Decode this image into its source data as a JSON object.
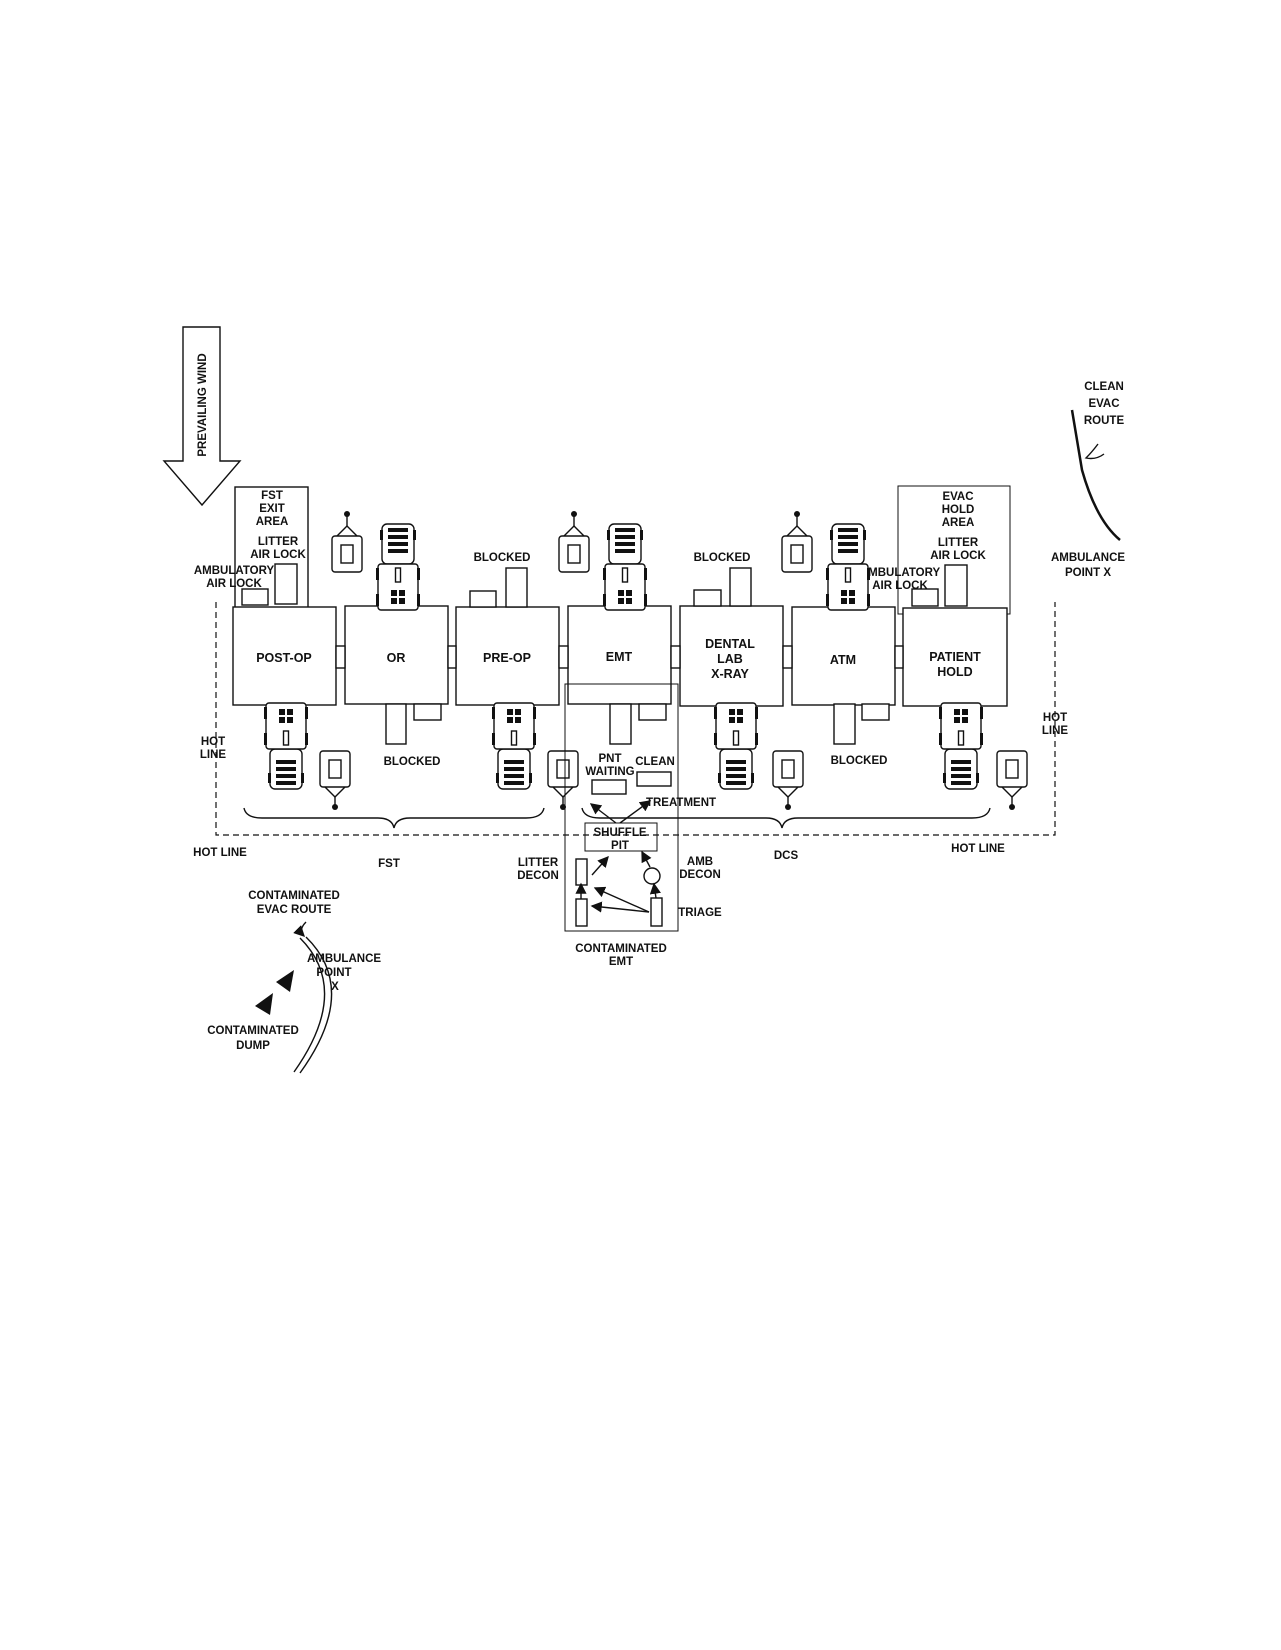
{
  "wind": {
    "label": "PREVAILING WIND"
  },
  "tents": [
    {
      "key": "post-op",
      "lines": [
        "POST-OP"
      ]
    },
    {
      "key": "or",
      "lines": [
        "OR"
      ]
    },
    {
      "key": "pre-op",
      "lines": [
        "PRE-OP"
      ]
    },
    {
      "key": "emt",
      "lines": [
        "EMT"
      ]
    },
    {
      "key": "dental",
      "lines": [
        "DENTAL",
        "LAB",
        "X-RAY"
      ]
    },
    {
      "key": "atm",
      "lines": [
        "ATM"
      ]
    },
    {
      "key": "patient-hold",
      "lines": [
        "PATIENT",
        "HOLD"
      ]
    }
  ],
  "areas": {
    "fst_exit": [
      "FST",
      "EXIT",
      "AREA"
    ],
    "evac_hold": [
      "EVAC",
      "HOLD",
      "AREA"
    ],
    "litter_air_lock": [
      "LITTER",
      "AIR LOCK"
    ],
    "ambulatory_air_lock": [
      "AMBULATORY",
      "AIR LOCK"
    ]
  },
  "blocked": "BLOCKED",
  "hot_line": "HOT LINE",
  "hot_line_stacked": [
    "HOT",
    "LINE"
  ],
  "groups": {
    "fst": "FST",
    "dcs": "DCS"
  },
  "clean_evac_route": [
    "CLEAN",
    "EVAC",
    "ROUTE"
  ],
  "ambulance_point_clean": [
    "AMBULANCE",
    "POINT X"
  ],
  "contaminated_evac_route": [
    "CONTAMINATED",
    "EVAC ROUTE"
  ],
  "ambulance_point_contaminated": [
    "AMBULANCE",
    "POINT",
    "X"
  ],
  "contaminated_dump": [
    "CONTAMINATED",
    "DUMP"
  ],
  "decon": {
    "pnt_waiting": [
      "PNT",
      "WAITING"
    ],
    "clean": "CLEAN",
    "treatment": "TREATMENT",
    "shuffle_pit": [
      "SHUFFLE",
      "PIT"
    ],
    "litter_decon": [
      "LITTER",
      "DECON"
    ],
    "amb_decon": [
      "AMB",
      "DECON"
    ],
    "triage": "TRIAGE",
    "contaminated_emt": [
      "CONTAMINATED",
      "EMT"
    ]
  }
}
